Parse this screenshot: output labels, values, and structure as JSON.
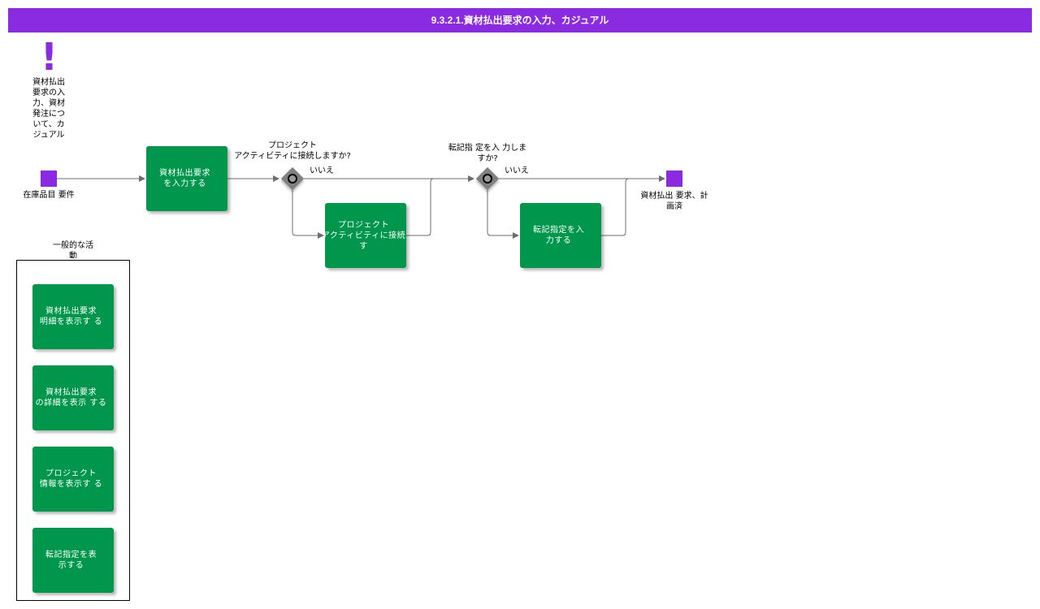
{
  "diagram": {
    "title": "9.3.2.1.資材払出要求の入力、カジュアル",
    "note": "資材払出\n要求の入\n力、資材\n発注につ\nいて、カ\nジュアル",
    "start_event_label": "在庫品目 要件",
    "end_event_label": "資材払出 要求、計\n画済",
    "tasks": {
      "enter_request": "資材払出要求\nを入力する",
      "connect_project": "プロジェクト\nアクティビティに接続す",
      "enter_transfer": "転記指定を入\n力する"
    },
    "gateways": {
      "g1_question": "プロジェクト\nアクティビティに接続しますか?",
      "g1_no": "いいえ",
      "g2_question": "転記指 定を入 力しま\nすか?",
      "g2_no": "いいえ"
    },
    "group": {
      "label": "一般的な活\n動",
      "tasks": [
        "資材払出要求\n明細を表示す る",
        "資材払出要求\nの詳細を表示 する",
        "プロジェクト\n情報を表示す る",
        "転記指定を表\n示する"
      ]
    },
    "colors": {
      "title_bar": "#8a2be2",
      "task": "#00964b",
      "event": "#8a2be2",
      "gateway": "#808080",
      "connector": "#6e6e6e"
    }
  }
}
